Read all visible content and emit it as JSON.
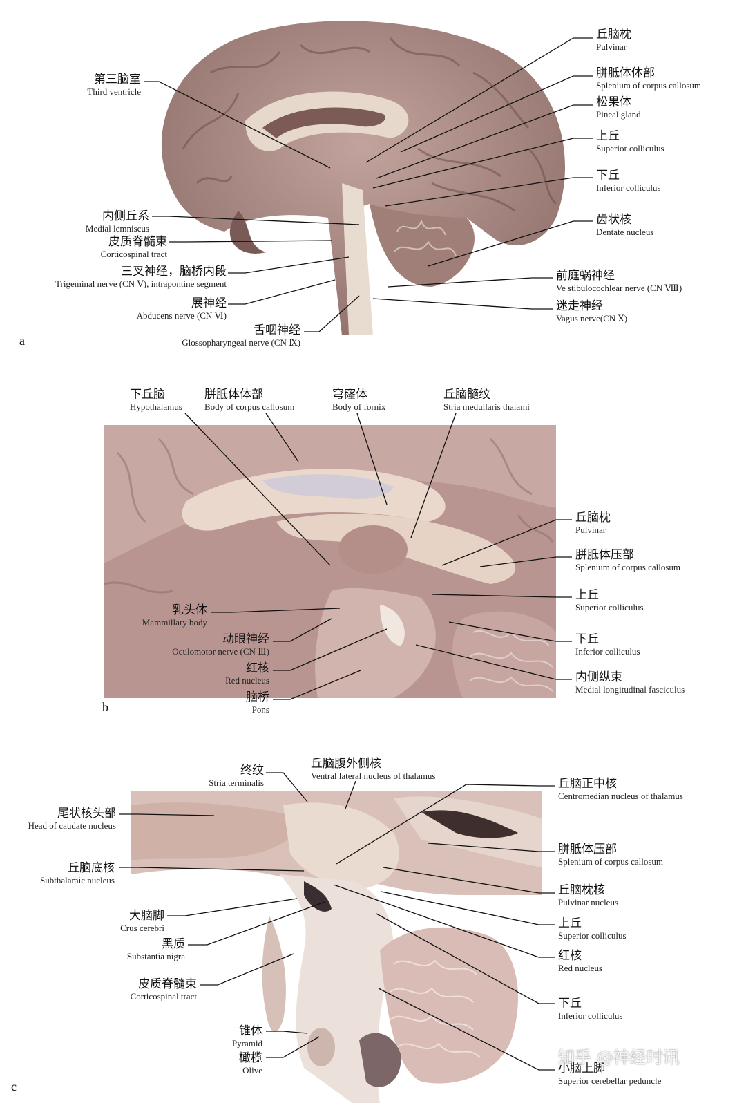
{
  "panels": [
    {
      "letter": "a",
      "labels": [
        {
          "zh": "丘脑枕",
          "en": "Pulvinar"
        },
        {
          "zh": "胼胝体体部",
          "en": "Splenium of corpus callosum"
        },
        {
          "zh": "松果体",
          "en": "Pineal gland"
        },
        {
          "zh": "上丘",
          "en": "Superior colliculus"
        },
        {
          "zh": "下丘",
          "en": "Inferior colliculus"
        },
        {
          "zh": "齿状核",
          "en": "Dentate nucleus"
        },
        {
          "zh": "前庭蜗神经",
          "en": "Ve stibulocochlear nerve (CN Ⅷ)"
        },
        {
          "zh": "迷走神经",
          "en": "Vagus nerve(CN Ⅹ)"
        },
        {
          "zh": "第三脑室",
          "en": "Third ventricle"
        },
        {
          "zh": "内侧丘系",
          "en": "Medial lemniscus"
        },
        {
          "zh": "皮质脊髓束",
          "en": "Corticospinal tract"
        },
        {
          "zh": "三叉神经，脑桥内段",
          "en": "Trigeminal nerve (CN Ⅴ), intrapontine segment"
        },
        {
          "zh": "展神经",
          "en": "Abducens nerve (CN Ⅵ)"
        },
        {
          "zh": "舌咽神经",
          "en": "Glossopharyngeal nerve (CN Ⅸ)"
        }
      ]
    },
    {
      "letter": "b",
      "labels": [
        {
          "zh": "下丘脑",
          "en": "Hypothalamus"
        },
        {
          "zh": "胼胝体体部",
          "en": "Body of corpus callosum"
        },
        {
          "zh": "穹窿体",
          "en": "Body of fornix"
        },
        {
          "zh": "丘脑髓纹",
          "en": "Stria medullaris thalami"
        },
        {
          "zh": "丘脑枕",
          "en": "Pulvinar"
        },
        {
          "zh": "胼胝体压部",
          "en": "Splenium of corpus callosum"
        },
        {
          "zh": "上丘",
          "en": "Superior colliculus"
        },
        {
          "zh": "下丘",
          "en": "Inferior colliculus"
        },
        {
          "zh": "内侧纵束",
          "en": "Medial longitudinal fasciculus"
        },
        {
          "zh": "乳头体",
          "en": "Mammillary body"
        },
        {
          "zh": "动眼神经",
          "en": "Oculomotor nerve (CN Ⅲ)"
        },
        {
          "zh": "红核",
          "en": "Red nucleus"
        },
        {
          "zh": "脑桥",
          "en": "Pons"
        }
      ]
    },
    {
      "letter": "c",
      "labels": [
        {
          "zh": "终纹",
          "en": "Stria terminalis"
        },
        {
          "zh": "丘脑腹外侧核",
          "en": "Ventral lateral nucleus of thalamus"
        },
        {
          "zh": "丘脑正中核",
          "en": "Centromedian nucleus of thalamus"
        },
        {
          "zh": "尾状核头部",
          "en": "Head of caudate nucleus"
        },
        {
          "zh": "胼胝体压部",
          "en": "Splenium of corpus callosum"
        },
        {
          "zh": "丘脑底核",
          "en": "Subthalamic nucleus"
        },
        {
          "zh": "丘脑枕核",
          "en": "Pulvinar nucleus"
        },
        {
          "zh": "大脑脚",
          "en": "Crus cerebri"
        },
        {
          "zh": "上丘",
          "en": "Superior colliculus"
        },
        {
          "zh": "黑质",
          "en": "Substantia nigra"
        },
        {
          "zh": "红核",
          "en": "Red nucleus"
        },
        {
          "zh": "皮质脊髓束",
          "en": "Corticospinal tract"
        },
        {
          "zh": "下丘",
          "en": "Inferior colliculus"
        },
        {
          "zh": "锥体",
          "en": "Pyramid"
        },
        {
          "zh": "橄榄",
          "en": "Olive"
        },
        {
          "zh": "小脑上脚",
          "en": "Superior cerebellar peduncle"
        }
      ]
    }
  ],
  "watermark": "知乎 @神经时讯",
  "colors": {
    "tissue": "#b89a94",
    "tissue_dark": "#8c6d68",
    "white_matter": "#e8dccf",
    "leader": "#111111"
  }
}
